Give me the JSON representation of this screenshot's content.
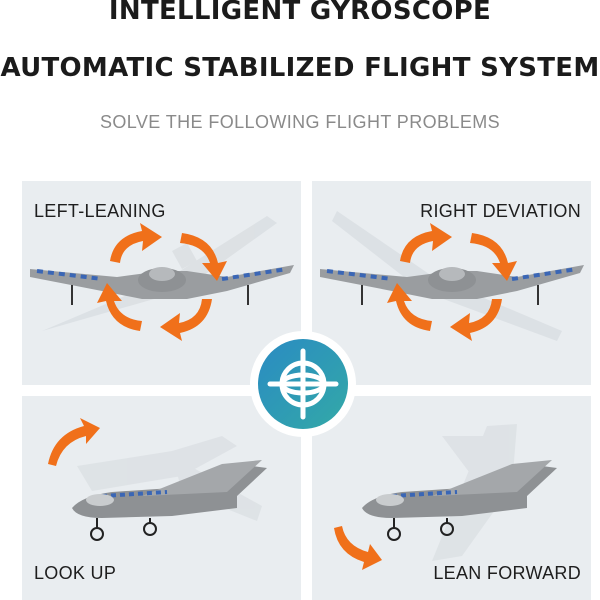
{
  "header": {
    "line1": "INTELLIGENT GYROSCOPE",
    "line2": "AUTOMATIC STABILIZED FLIGHT SYSTEM",
    "subtitle": "SOLVE THE FOLLOWING FLIGHT PROBLEMS"
  },
  "panels": [
    {
      "label": "LEFT-LEANING"
    },
    {
      "label": "RIGHT DEVIATION"
    },
    {
      "label": "LOOK UP"
    },
    {
      "label": "LEAN FORWARD"
    }
  ],
  "center_icon": "gyroscope-icon",
  "colors": {
    "panel_bg": "#e9edf0",
    "arrow_orange": "#f0701a",
    "hub_gradient_start": "#2a8bc3",
    "hub_gradient_end": "#33a9a7",
    "plane_body": "#8e9194",
    "wing_stripe": "#3a66b5"
  }
}
